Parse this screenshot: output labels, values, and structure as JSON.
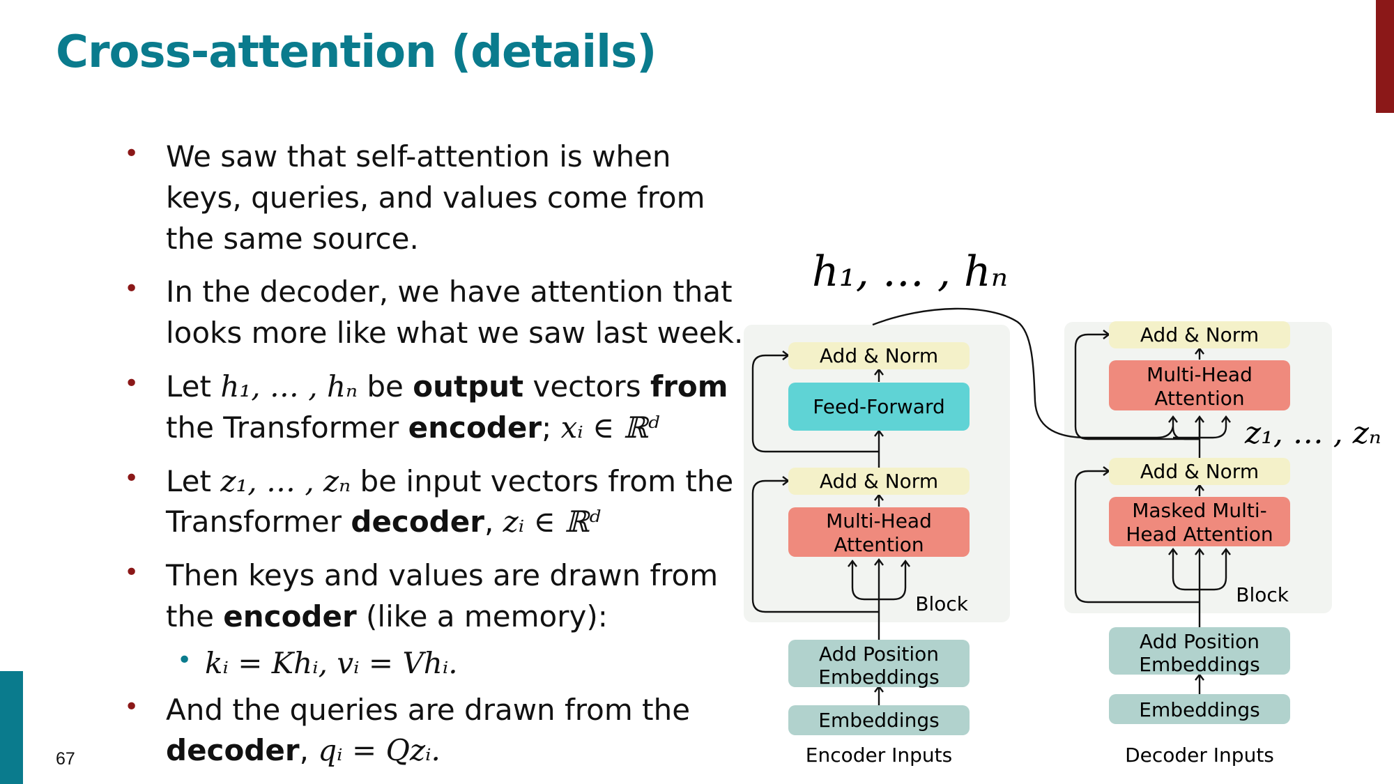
{
  "slide": {
    "title": "Cross-attention (details)",
    "page_number": "67"
  },
  "bullets": {
    "b1": "We saw that self-attention is when keys, queries, and values come from the same source.",
    "b2": "In the decoder, we have attention that looks more like what we saw last week.",
    "b3": {
      "pre": "Let ",
      "math1": "h₁, … , hₙ",
      "mid1": " be ",
      "bold1": "output",
      "mid2": " vectors ",
      "bold2": "from",
      "mid3": " the Transformer ",
      "bold3": "encoder",
      "mid4": ";  ",
      "math2": "xᵢ ∈ ℝᵈ"
    },
    "b4": {
      "pre": "Let ",
      "math1": "z₁, … , zₙ",
      "mid1": " be input vectors from the Transformer ",
      "bold1": "decoder",
      "mid2": ", ",
      "math2": "zᵢ ∈ ℝᵈ"
    },
    "b5": {
      "pre": "Then keys and values are drawn from the ",
      "bold1": "encoder",
      "post": " (like a memory):"
    },
    "b5_sub": "kᵢ = Khᵢ, vᵢ = Vhᵢ.",
    "b6": {
      "pre": "And the queries are drawn from the ",
      "bold1": "decoder",
      "mid": ", ",
      "math": "qᵢ = Qzᵢ."
    }
  },
  "diagram": {
    "h_label": "h₁, … , hₙ",
    "z_label": "z₁, … , zₙ",
    "encoder": {
      "add_norm_top": "Add & Norm",
      "feed_forward": "Feed-Forward",
      "add_norm_bottom": "Add & Norm",
      "mha_line1": "Multi-Head",
      "mha_line2": "Attention",
      "block": "Block",
      "pos_line1": "Add Position",
      "pos_line2": "Embeddings",
      "embeddings": "Embeddings",
      "inputs": "Encoder Inputs"
    },
    "decoder": {
      "add_norm_top": "Add & Norm",
      "mha_line1": "Multi-Head",
      "mha_line2": "Attention",
      "add_norm_bottom": "Add & Norm",
      "masked_line1": "Masked Multi-",
      "masked_line2": "Head Attention",
      "block": "Block",
      "pos_line1": "Add Position",
      "pos_line2": "Embeddings",
      "embeddings": "Embeddings",
      "inputs": "Decoder Inputs"
    },
    "colors": {
      "add_norm": "#f4f1c9",
      "feed_forward": "#5fd3d5",
      "attention": "#ef8a7d",
      "embeddings": "#b1d2cd",
      "block_bg": "#f2f4f1",
      "title": "#0a7b8d",
      "accent_red": "#8b1818"
    }
  }
}
